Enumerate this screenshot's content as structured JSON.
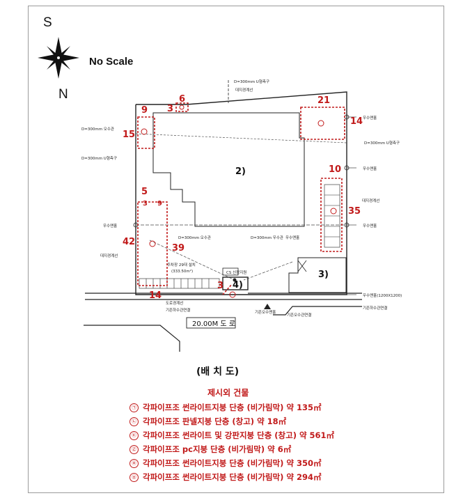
{
  "compass": {
    "top_letter": "S",
    "bottom_letter": "N"
  },
  "scale_note": "No Scale",
  "caption": "(배 치 도)",
  "road_label": "20.00M 도 로",
  "buildings": [
    {
      "id": "b2",
      "label": "2)"
    },
    {
      "id": "b3",
      "label": "3)"
    },
    {
      "id": "b4",
      "label": "4)"
    }
  ],
  "dimensions": [
    {
      "id": "d21",
      "text": "21"
    },
    {
      "id": "d14a",
      "text": "14"
    },
    {
      "id": "d9a",
      "text": "9"
    },
    {
      "id": "d15",
      "text": "15"
    },
    {
      "id": "d3a",
      "text": "3"
    },
    {
      "id": "d6",
      "text": "6"
    },
    {
      "id": "d10",
      "text": "10"
    },
    {
      "id": "d35",
      "text": "35"
    },
    {
      "id": "d5",
      "text": "5"
    },
    {
      "id": "d3b",
      "text": "3"
    },
    {
      "id": "d9b",
      "text": "9"
    },
    {
      "id": "d42",
      "text": "42"
    },
    {
      "id": "d39",
      "text": "39"
    },
    {
      "id": "d14b",
      "text": "14"
    },
    {
      "id": "d3c",
      "text": "3"
    }
  ],
  "annotations": [
    {
      "id": "a_pipe_top",
      "text": "D=300mm U형측구"
    },
    {
      "id": "a_boundary_top",
      "text": "대지경계선"
    },
    {
      "id": "a_rain_1",
      "text": "우수맨홀"
    },
    {
      "id": "a_pipe_right1",
      "text": "D=300mm U형측구"
    },
    {
      "id": "a_pipe_left1",
      "text": "D=300mm 오수관"
    },
    {
      "id": "a_pipe_left2",
      "text": "D=300mm U형측구"
    },
    {
      "id": "a_rain_2",
      "text": "우수맨홀"
    },
    {
      "id": "a_boundary_right",
      "text": "대지경계선"
    },
    {
      "id": "a_rain_3",
      "text": "우수맨홀"
    },
    {
      "id": "a_rain_4",
      "text": "우수맨홀"
    },
    {
      "id": "a_pipe_mid1",
      "text": "D=300mm 오수관"
    },
    {
      "id": "a_pipe_mid2",
      "text": "D=300mm 우수관"
    },
    {
      "id": "a_rain_5",
      "text": "우수맨홀"
    },
    {
      "id": "a_boundary_left",
      "text": "대지경계선"
    },
    {
      "id": "a_parking",
      "text": "주차장 29대 설치"
    },
    {
      "id": "a_parking_area",
      "text": "(333.50m²)"
    },
    {
      "id": "a_guard",
      "text": "CS 신장지원"
    },
    {
      "id": "a_road_boundary",
      "text": "도로경계선"
    },
    {
      "id": "a_sewer_link",
      "text": "기존하수관연결"
    },
    {
      "id": "a_exist_sewer",
      "text": "기존오수맨홀"
    },
    {
      "id": "a_exist_link",
      "text": "기존오수관연결"
    },
    {
      "id": "a_rain_big",
      "text": "우수맨홀(1200X1200)"
    },
    {
      "id": "a_exist_rain_link",
      "text": "기존하수관연결"
    }
  ],
  "legend": {
    "title": "제시외 건물",
    "items": [
      {
        "marker": "㉠",
        "text": "각파이프조 썬라이트지붕 단층 (비가림막) 약 135㎡"
      },
      {
        "marker": "㉡",
        "text": "각파이프조 판넬지붕 단층 (창고) 약 18㎡"
      },
      {
        "marker": "㉢",
        "text": "각파이프조 썬라이트 및 강판지붕 단층 (창고) 약 561㎡"
      },
      {
        "marker": "㉣",
        "text": "각파이프조 pc지붕 단층 (비가림막) 약 6㎡"
      },
      {
        "marker": "㉤",
        "text": "각파이프조 썬라이트지붕 단층 (비가림막) 약 350㎡"
      },
      {
        "marker": "㉥",
        "text": "각파이프조 썬라이트지붕 단층 (비가림막) 약 294㎡"
      }
    ]
  },
  "colors": {
    "annotation_red": "#c11a1a",
    "line": "#222222"
  }
}
